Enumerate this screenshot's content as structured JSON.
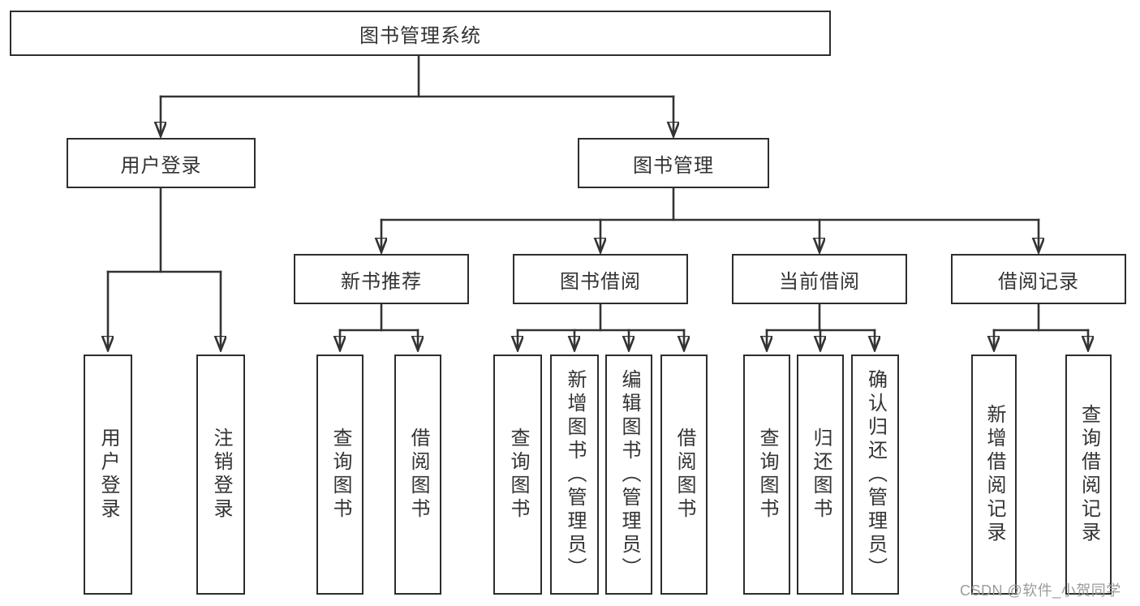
{
  "diagram_title": "图书管理系统",
  "colors": {
    "line": "#333333",
    "box_border": "#2d2d2d",
    "text": "#333333",
    "background": "#ffffff",
    "watermark": "#9b9b9b"
  },
  "nodes": {
    "root": {
      "label": "图书管理系统"
    },
    "level2": [
      {
        "id": "user-login",
        "label": "用户登录"
      },
      {
        "id": "book-management",
        "label": "图书管理"
      }
    ],
    "level3": [
      {
        "id": "new-book-recommendation",
        "label": "新书推荐",
        "parent": "book-management"
      },
      {
        "id": "book-borrowing",
        "label": "图书借阅",
        "parent": "book-management"
      },
      {
        "id": "current-borrowing",
        "label": "当前借阅",
        "parent": "book-management"
      },
      {
        "id": "borrowing-records",
        "label": "借阅记录",
        "parent": "book-management"
      }
    ],
    "leaves": [
      {
        "id": "leaf-user-login",
        "label": "用户登录",
        "parent": "user-login"
      },
      {
        "id": "leaf-logout",
        "label": "注销登录",
        "parent": "user-login"
      },
      {
        "id": "leaf-query-books-recommend",
        "label": "查询图书",
        "parent": "new-book-recommendation"
      },
      {
        "id": "leaf-borrow-books-recommend",
        "label": "借阅图书",
        "parent": "new-book-recommendation"
      },
      {
        "id": "leaf-query-books-borrow",
        "label": "查询图书",
        "parent": "book-borrowing"
      },
      {
        "id": "leaf-add-book-admin",
        "label": "新增图书（管理员）",
        "parent": "book-borrowing"
      },
      {
        "id": "leaf-edit-book-admin",
        "label": "编辑图书（管理员）",
        "parent": "book-borrowing"
      },
      {
        "id": "leaf-borrow-books",
        "label": "借阅图书",
        "parent": "book-borrowing"
      },
      {
        "id": "leaf-query-books-current",
        "label": "查询图书",
        "parent": "current-borrowing"
      },
      {
        "id": "leaf-return-books",
        "label": "归还图书",
        "parent": "current-borrowing"
      },
      {
        "id": "leaf-confirm-return-admin",
        "label": "确认归还（管理员）",
        "parent": "current-borrowing"
      },
      {
        "id": "leaf-add-borrow-record",
        "label": "新增借阅记录",
        "parent": "borrowing-records"
      },
      {
        "id": "leaf-query-borrow-record",
        "label": "查询借阅记录",
        "parent": "borrowing-records"
      }
    ]
  },
  "watermark": {
    "text": "CSDN @软件_小贺同学"
  }
}
